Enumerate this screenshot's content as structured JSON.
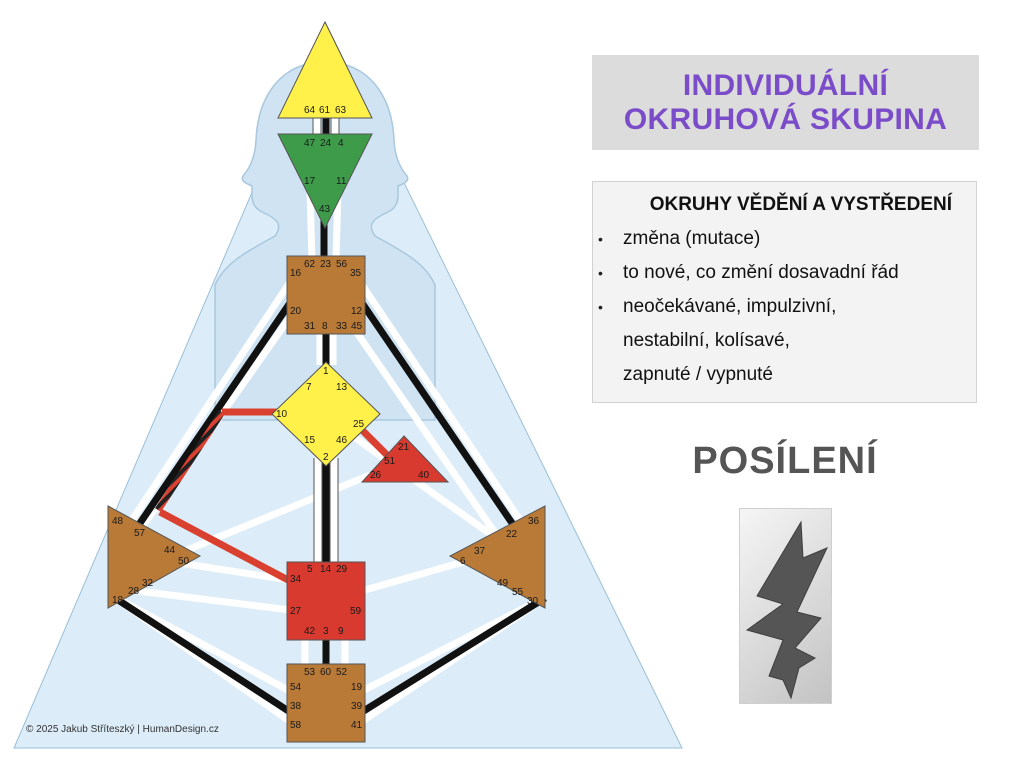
{
  "title": {
    "line1": "INDIVIDUÁLNÍ",
    "line2": "OKRUHOVÁ SKUPINA",
    "color": "#7b4cc9"
  },
  "info": {
    "heading": "OKRUHY VĚDĚNÍ A VYSTŘEDENÍ",
    "items": [
      {
        "text": "změna (mutace)",
        "bullet": true
      },
      {
        "text": "to nové, co změní dosavadní řád",
        "bullet": true
      },
      {
        "text": "neočekávané, impulzivní,",
        "bullet": true
      },
      {
        "text": "nestabilní, kolísavé,",
        "bullet": false
      },
      {
        "text": "zapnuté / vypnuté",
        "bullet": false
      }
    ]
  },
  "empowerment_label": "POSÍLENÍ",
  "empowerment_icon": "lightning-bolt-icon",
  "copyright": "© 2025  Jakub Stříteszký | HumanDesign.cz",
  "colors": {
    "head_center": "#fff14a",
    "ajna_center": "#3e9b4a",
    "g_center": "#fff14a",
    "heart_center": "#d93a2f",
    "sacral_center": "#d93a2f",
    "motor_centers": "#b97a38",
    "active_channel_red": "#d94030",
    "background_triangle": "#dcecf8"
  },
  "centers": {
    "head": {
      "gates": [
        "64",
        "61",
        "63"
      ]
    },
    "ajna": {
      "gates": [
        "47",
        "24",
        "4",
        "17",
        "11",
        "43"
      ]
    },
    "throat": {
      "gates": [
        "62",
        "23",
        "56",
        "16",
        "35",
        "20",
        "12",
        "31",
        "8",
        "33",
        "45"
      ]
    },
    "g": {
      "gates": [
        "1",
        "7",
        "13",
        "10",
        "25",
        "15",
        "46",
        "2"
      ]
    },
    "heart": {
      "gates": [
        "21",
        "51",
        "26",
        "40"
      ]
    },
    "spleen": {
      "gates": [
        "48",
        "57",
        "44",
        "50",
        "32",
        "28",
        "18"
      ]
    },
    "solar_plexus": {
      "gates": [
        "36",
        "22",
        "37",
        "6",
        "49",
        "55",
        "30"
      ]
    },
    "sacral": {
      "gates": [
        "5",
        "14",
        "29",
        "34",
        "27",
        "59",
        "42",
        "3",
        "9"
      ]
    },
    "root": {
      "gates": [
        "53",
        "60",
        "52",
        "54",
        "19",
        "38",
        "39",
        "58",
        "41"
      ]
    }
  }
}
